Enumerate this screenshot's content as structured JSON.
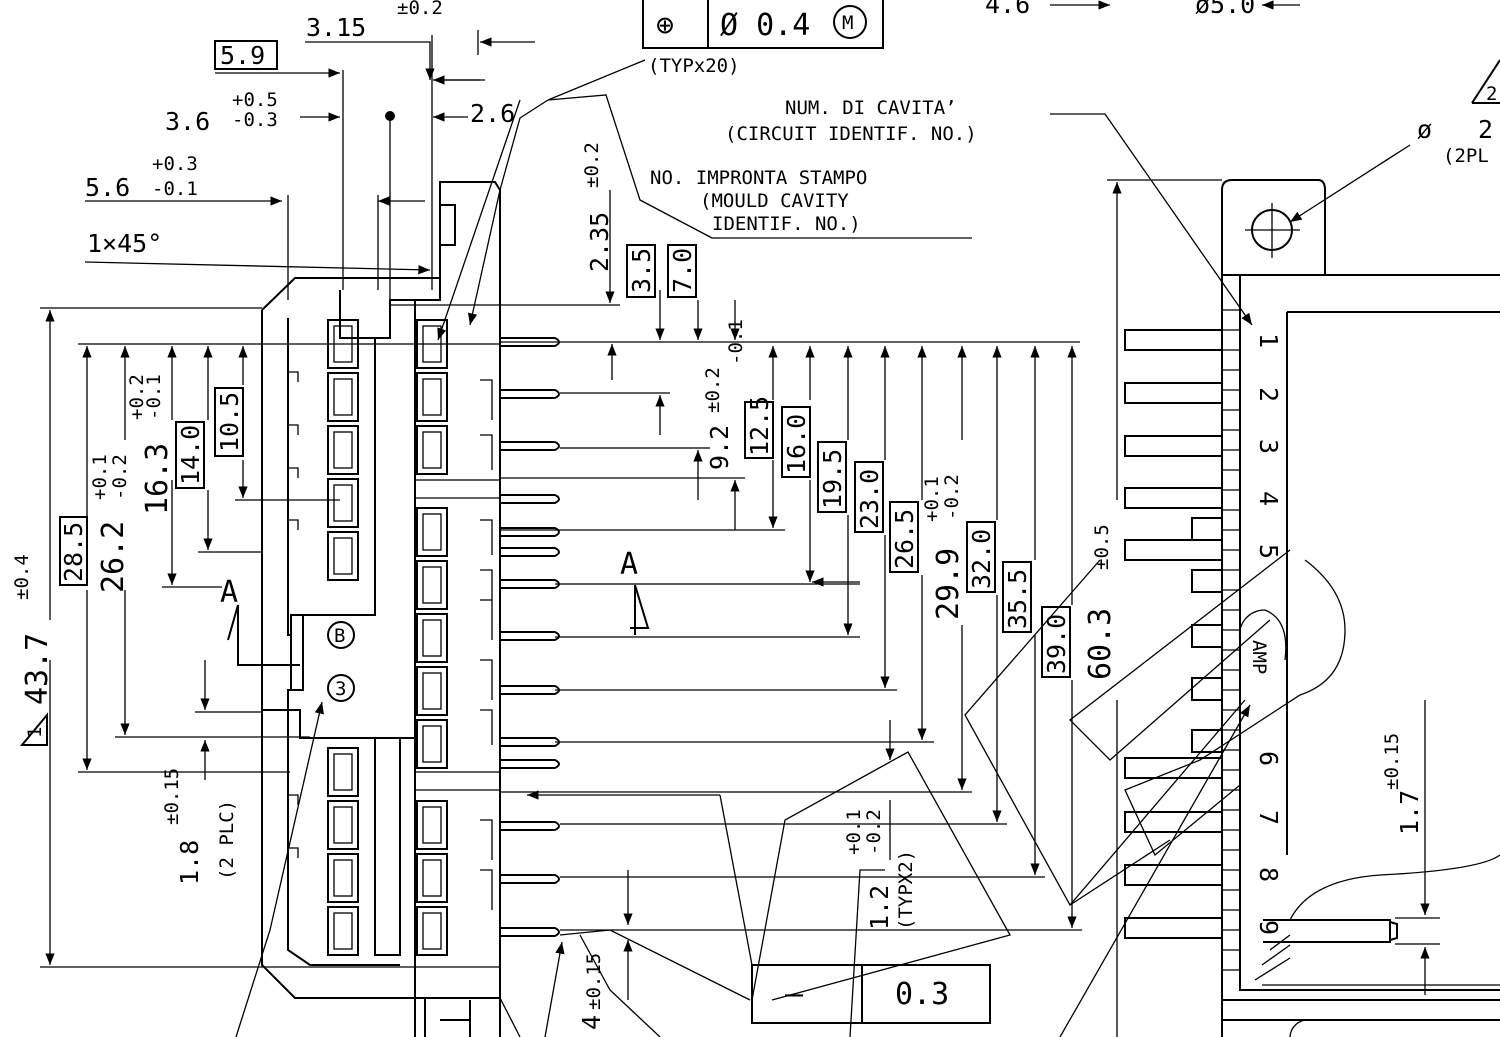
{
  "drawing": {
    "tolerance_frame": {
      "symbol": "⊕",
      "value": "Ø 0.4",
      "modifier": "M",
      "note": "(TYPx20)"
    },
    "top_dims": {
      "d315": "3.15",
      "d315_tol": "±0.2",
      "d59": "5.9",
      "d36": "3.6",
      "d36_plus": "+0.5",
      "d36_minus": "-0.3",
      "d26": "2.6",
      "d56": "5.6",
      "d56_plus": "+0.3",
      "d56_minus": "-0.1",
      "chamfer": "1×45°",
      "d46": "4.6",
      "d50": "ø5.0"
    },
    "cavity_label": {
      "line1": "NUM. DI CAVITA’",
      "line2": "(CIRCUIT IDENTIF. NO.)"
    },
    "mould_label": {
      "line1": "NO. IMPRONTA STAMPO",
      "line2": "(MOULD CAVITY",
      "line3": "IDENTIF. NO.)"
    },
    "right_note": {
      "dia": "ø",
      "val": "2",
      "plc": "(2PL"
    },
    "small_dims": {
      "d235": "2.35",
      "d235_tol": "±0.2",
      "d35": "3.5",
      "d70": "7.0",
      "d92": "9.2",
      "d92_tol": "±0.2"
    },
    "left_dims": {
      "d437": "43.7",
      "d437_tol": "±0.4",
      "d285": "28.5",
      "d262": "26.2",
      "d262_plus": "+0.1",
      "d262_minus": "-0.2",
      "d163": "16.3",
      "d163_plus": "+0.2",
      "d163_minus": "-0.1",
      "d140": "14.0",
      "d105": "10.5",
      "d18": "1.8",
      "d18_tol": "±0.15",
      "d18_note": "(2 PLC)"
    },
    "right_dims": {
      "d125": "12.5",
      "d160": "16.0",
      "d195": "19.5",
      "d230": "23.0",
      "d265": "26.5",
      "d299": "29.9",
      "d299_plus": "+0.1",
      "d299_minus": "-0.2",
      "d320": "32.0",
      "d355": "35.5",
      "d390": "39.0",
      "d603": "60.3",
      "d603_tol": "±0.5",
      "d17": "1.7",
      "d17_tol": "±0.15"
    },
    "bottom_dims": {
      "d12": "1.2",
      "d12_plus": "+0.1",
      "d12_minus": "-0.2",
      "d12_note": "(TYPX2)",
      "flat_sym": "—",
      "flat_val": "0.3",
      "d4": "4",
      "d4_tol": "±0.15"
    },
    "section_letter": "A",
    "datum_b": "B",
    "circle_3": "3",
    "triangle_1": "1",
    "triangle_2": "2",
    "cavity_numbers": [
      "1",
      "2",
      "3",
      "4",
      "5",
      "6",
      "7",
      "8",
      "9"
    ],
    "brand": "AMP"
  }
}
